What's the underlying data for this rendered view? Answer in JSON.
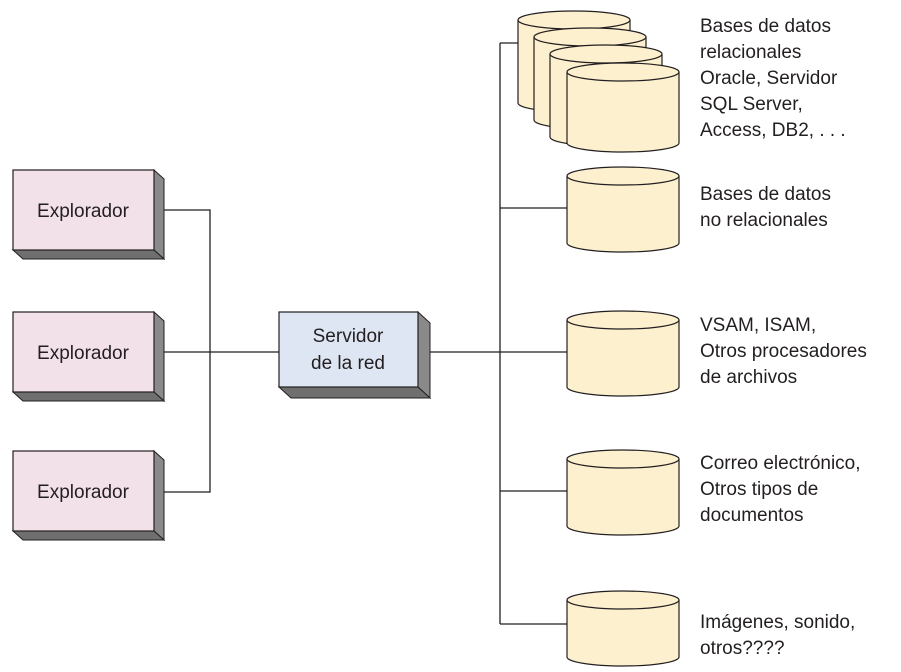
{
  "colors": {
    "browser_fill": "#f3e1ea",
    "server_fill": "#dde6f2",
    "db_fill": "#fdf0cf",
    "shadow": "#8a8a8a",
    "stroke": "#231f20"
  },
  "browsers": [
    {
      "label": "Explorador"
    },
    {
      "label": "Explorador"
    },
    {
      "label": "Explorador"
    }
  ],
  "server": {
    "lines": [
      "Servidor",
      "de la red"
    ]
  },
  "sources": [
    {
      "lines": [
        "Bases de datos",
        "relacionales",
        "Oracle, Servidor",
        "SQL Server,",
        "Access, DB2, . . ."
      ]
    },
    {
      "lines": [
        "Bases de datos",
        "no relacionales"
      ]
    },
    {
      "lines": [
        "VSAM, ISAM,",
        "Otros procesadores",
        "de archivos"
      ]
    },
    {
      "lines": [
        "Correo electrónico,",
        "Otros tipos de",
        "documentos"
      ]
    },
    {
      "lines": [
        "Imágenes, sonido,",
        "otros????"
      ]
    }
  ]
}
